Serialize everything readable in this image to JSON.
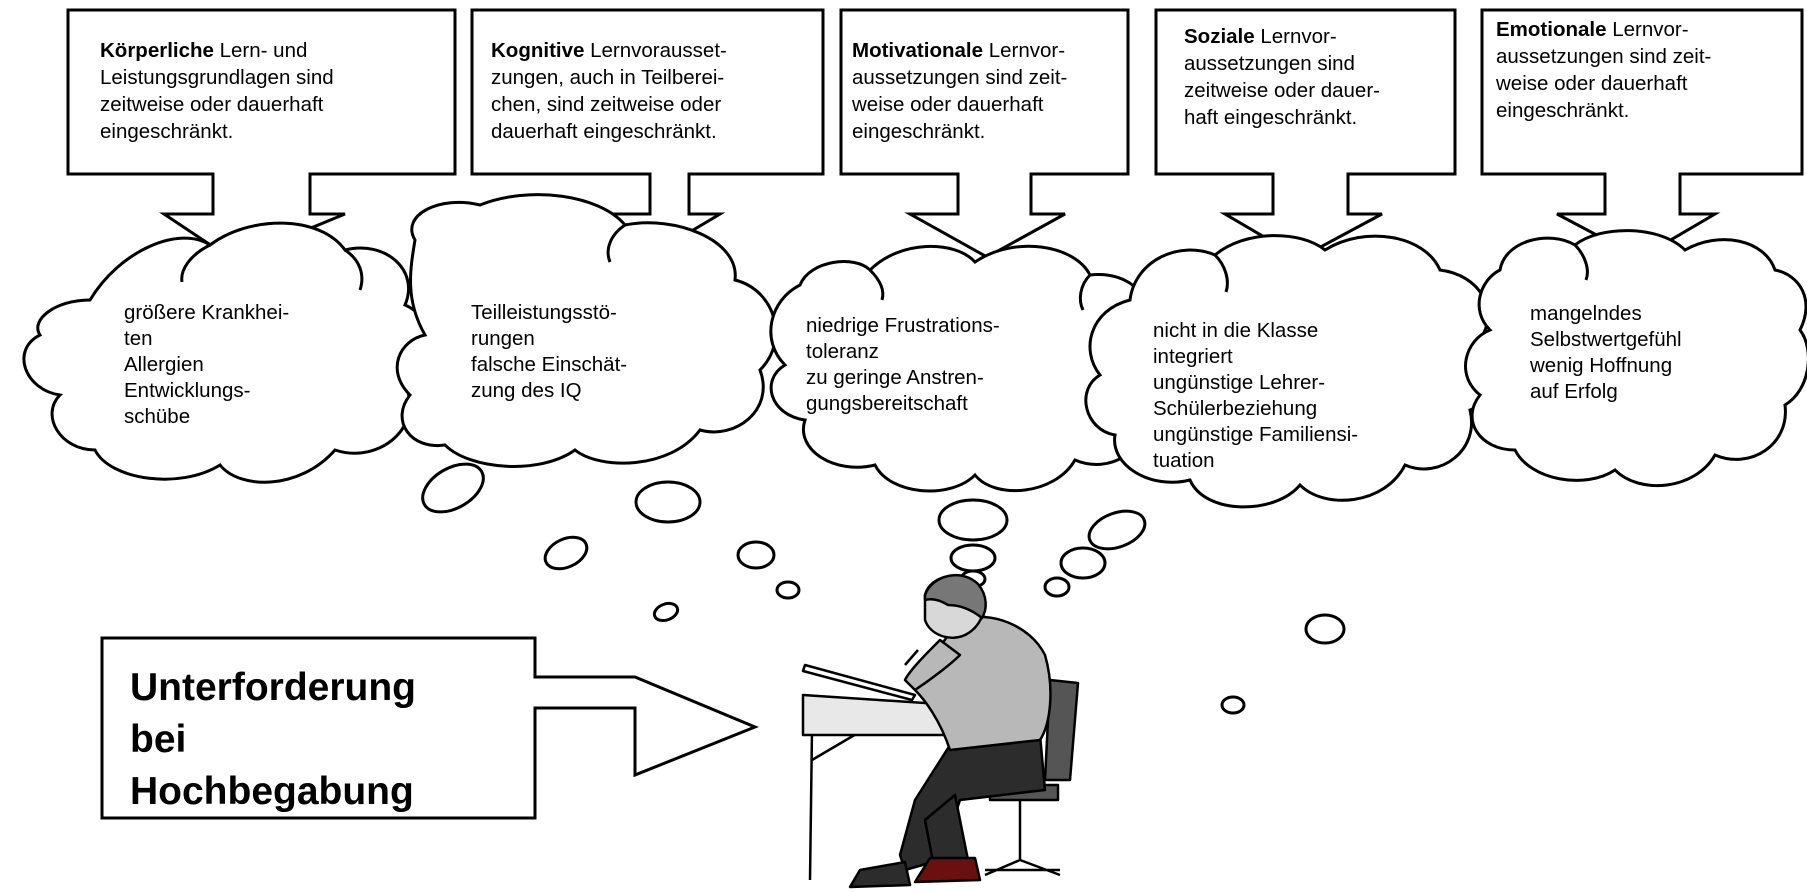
{
  "boxes": [
    {
      "bold": "Körperliche",
      "lines": [
        " Lern- und",
        "Leistungsgrundlagen sind",
        "zeitweise oder dauerhaft",
        "eingeschränkt."
      ]
    },
    {
      "bold": "Kognitive",
      "lines": [
        " Lernvoraus­set-",
        "zungen, auch in Teilberei-",
        "chen, sind zeitweise oder",
        "dauerhaft eingeschränkt."
      ]
    },
    {
      "bold": "Motivationale",
      "lines": [
        " Lernvor-",
        "aussetzungen sind zeit-",
        "weise oder dauerhaft",
        "eingeschränkt."
      ]
    },
    {
      "bold": "Soziale",
      "lines": [
        " Lernvor-",
        "aussetzungen sind",
        "zeitweise oder dauer-",
        "haft eingeschränkt."
      ]
    },
    {
      "bold": "Emotionale",
      "lines": [
        " Lernvor-",
        "aussetzungen sind zeit-",
        "weise oder dauerhaft",
        "eingeschränkt."
      ]
    }
  ],
  "clouds": [
    {
      "lines": [
        "größere Krankhei-",
        "ten",
        "Allergien",
        "Entwicklungs-",
        "schübe"
      ]
    },
    {
      "lines": [
        "Teilleistungsstö-",
        "rungen",
        "falsche Einschät-",
        "zung des IQ"
      ]
    },
    {
      "lines": [
        "niedrige Frustrations-",
        "toleranz",
        "zu geringe Anstren-",
        "gungsbereitschaft"
      ]
    },
    {
      "lines": [
        "nicht in die Klasse",
        "integriert",
        "ungünstige Lehrer-",
        "Schülerbeziehung",
        "ungünstige Familiensi-",
        "tuation"
      ]
    },
    {
      "lines": [
        "mangelndes",
        "Selbstwertgefühl",
        "wenig Hoffnung",
        "auf Erfolg"
      ]
    }
  ],
  "arrow_box": {
    "lines": [
      "Unterforderung",
      "bei",
      "Hochbegabung"
    ]
  },
  "colors": {
    "line": "#000000",
    "shirt": "#b8b8b8",
    "hair": "#777777",
    "pants": "#2c2c2c",
    "shoe": "#6a1010",
    "desk": "#e8e8e8"
  }
}
